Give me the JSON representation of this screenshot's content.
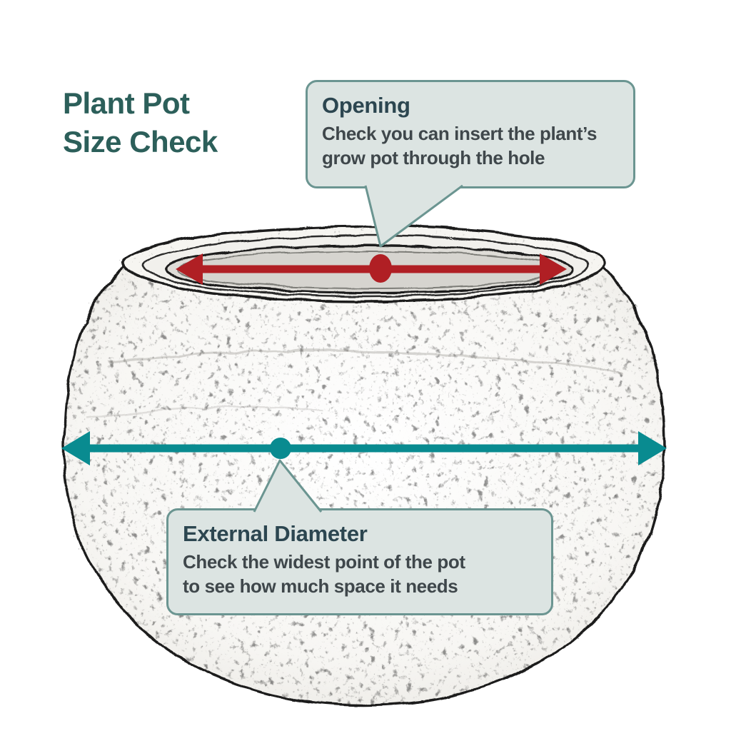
{
  "title": {
    "line1": "Plant Pot",
    "line2": "Size Check"
  },
  "callouts": {
    "opening": {
      "heading": "Opening",
      "body_lines": [
        "Check you can insert the plant’s",
        "grow pot through the hole"
      ]
    },
    "external_diameter": {
      "heading": "External Diameter",
      "body_lines": [
        "Check the widest point of the pot",
        "to see how much space it needs"
      ]
    }
  },
  "colors": {
    "title_text": "#2c5f5a",
    "callout_fill": "#dce4e2",
    "callout_border": "#6b9591",
    "callout_heading_text": "#2c4650",
    "callout_body_text": "#3f474b",
    "opening_arrow": "#b01f24",
    "external_diameter_arrow": "#098b90",
    "pot_outline": "#1d1d1d",
    "background": "#ffffff"
  }
}
